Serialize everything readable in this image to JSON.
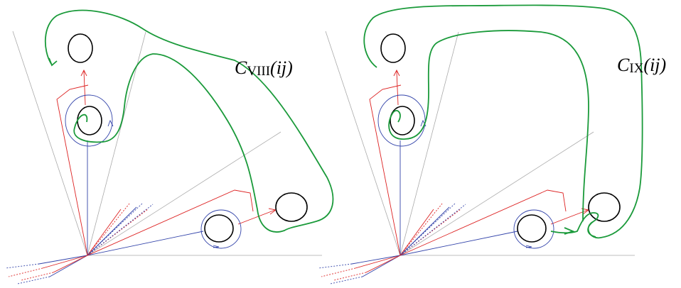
{
  "panels": [
    {
      "id": "left",
      "label": {
        "main": "C",
        "sub": "VIII",
        "paren": "(ij)"
      }
    },
    {
      "id": "right",
      "label": {
        "main": "C",
        "sub": "IX",
        "paren": "(ij)"
      }
    }
  ],
  "colors": {
    "contour": "#1a9a3a",
    "red": "#dd2222",
    "blue": "#3344aa",
    "grid": "#aaaaaa",
    "circle": "#000000"
  }
}
